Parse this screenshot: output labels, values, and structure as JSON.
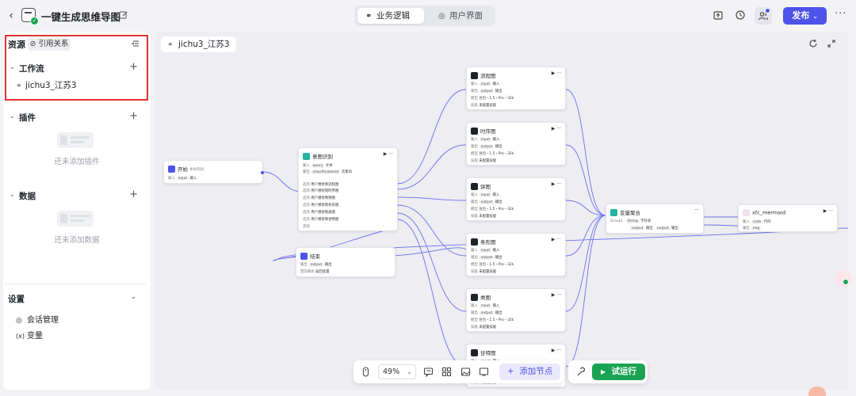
{
  "header": {
    "title": "一键生成思维导图",
    "tabs": [
      {
        "label": "业务逻辑",
        "icon": "workflow-icon",
        "active": true
      },
      {
        "label": "用户界面",
        "icon": "palette-icon",
        "active": false
      }
    ],
    "publish_label": "发布",
    "accent_color": "#4d53e8"
  },
  "sidebar": {
    "resources_label": "资源",
    "reference_label": "引用关系",
    "workflow_section": "工作流",
    "workflow_item": "jichu3_江苏3",
    "plugin_section": "插件",
    "plugin_empty": "还未添加插件",
    "data_section": "数据",
    "data_empty": "还未添加数据",
    "settings_section": "设置",
    "settings_items": [
      "会话管理",
      "变量"
    ]
  },
  "canvas": {
    "breadcrumb": "jichu3_江苏3",
    "nodes": {
      "start": {
        "title": "开始",
        "subtitle": "本地测试",
        "row1_label": "输入",
        "row1_tag": "input",
        "row1_type": "输入"
      },
      "intent": {
        "title": "意图识别",
        "row_in_label": "输入",
        "row_in_tag": "query",
        "row_in_type": "文本",
        "row_out_label": "输出",
        "row_out_tag": "classificationId",
        "row_out_type": "元素ID",
        "options": [
          "用户想绘制流程图",
          "用户想绘制时序图",
          "用户想绘制饼图",
          "用户想绘制条形图",
          "用户想绘制类图",
          "用户想绘制甘特图"
        ],
        "option_label": "选项",
        "else_label": "其他",
        "else_value": "其他"
      },
      "chart_nodes": [
        {
          "title": "流程图"
        },
        {
          "title": "时序图"
        },
        {
          "title": "饼图"
        },
        {
          "title": "条形图"
        },
        {
          "title": "类图"
        },
        {
          "title": "甘特图"
        }
      ],
      "chart_rows": {
        "in_label": "输入",
        "in_tag": "input",
        "in_type": "输入",
        "out_label": "输出",
        "out_tag": "output",
        "out_type": "输出",
        "model_label": "模型",
        "model_value": "豆包・1.5・Pro・32k",
        "skill_label": "技能",
        "skill_value": "未配置技能"
      },
      "merge": {
        "title": "变量聚合",
        "group_label": "Group1",
        "in_tag": "String",
        "in_type": "字符串",
        "out_tag1": "output",
        "out_type1": "输出",
        "out_tag2": "output",
        "out_type2": "输出"
      },
      "mermaid": {
        "title": "xfc_mermaid",
        "row1_label": "输入",
        "row1_tag": "code",
        "row1_type": "代码",
        "row2_label": "输出",
        "row2_tag": "img"
      },
      "end": {
        "title": "结束",
        "row1_label": "输出",
        "row1_tag": "output",
        "row1_type": "输出",
        "row2_label": "回答模式",
        "row2_value": "返回变量"
      }
    }
  },
  "bottom_bar": {
    "zoom": "49%",
    "add_node_label": "添加节点",
    "run_label": "试运行"
  },
  "colors": {
    "edge": "#6b70ee",
    "run_green": "#1aa352",
    "highlight": "#e03131"
  }
}
